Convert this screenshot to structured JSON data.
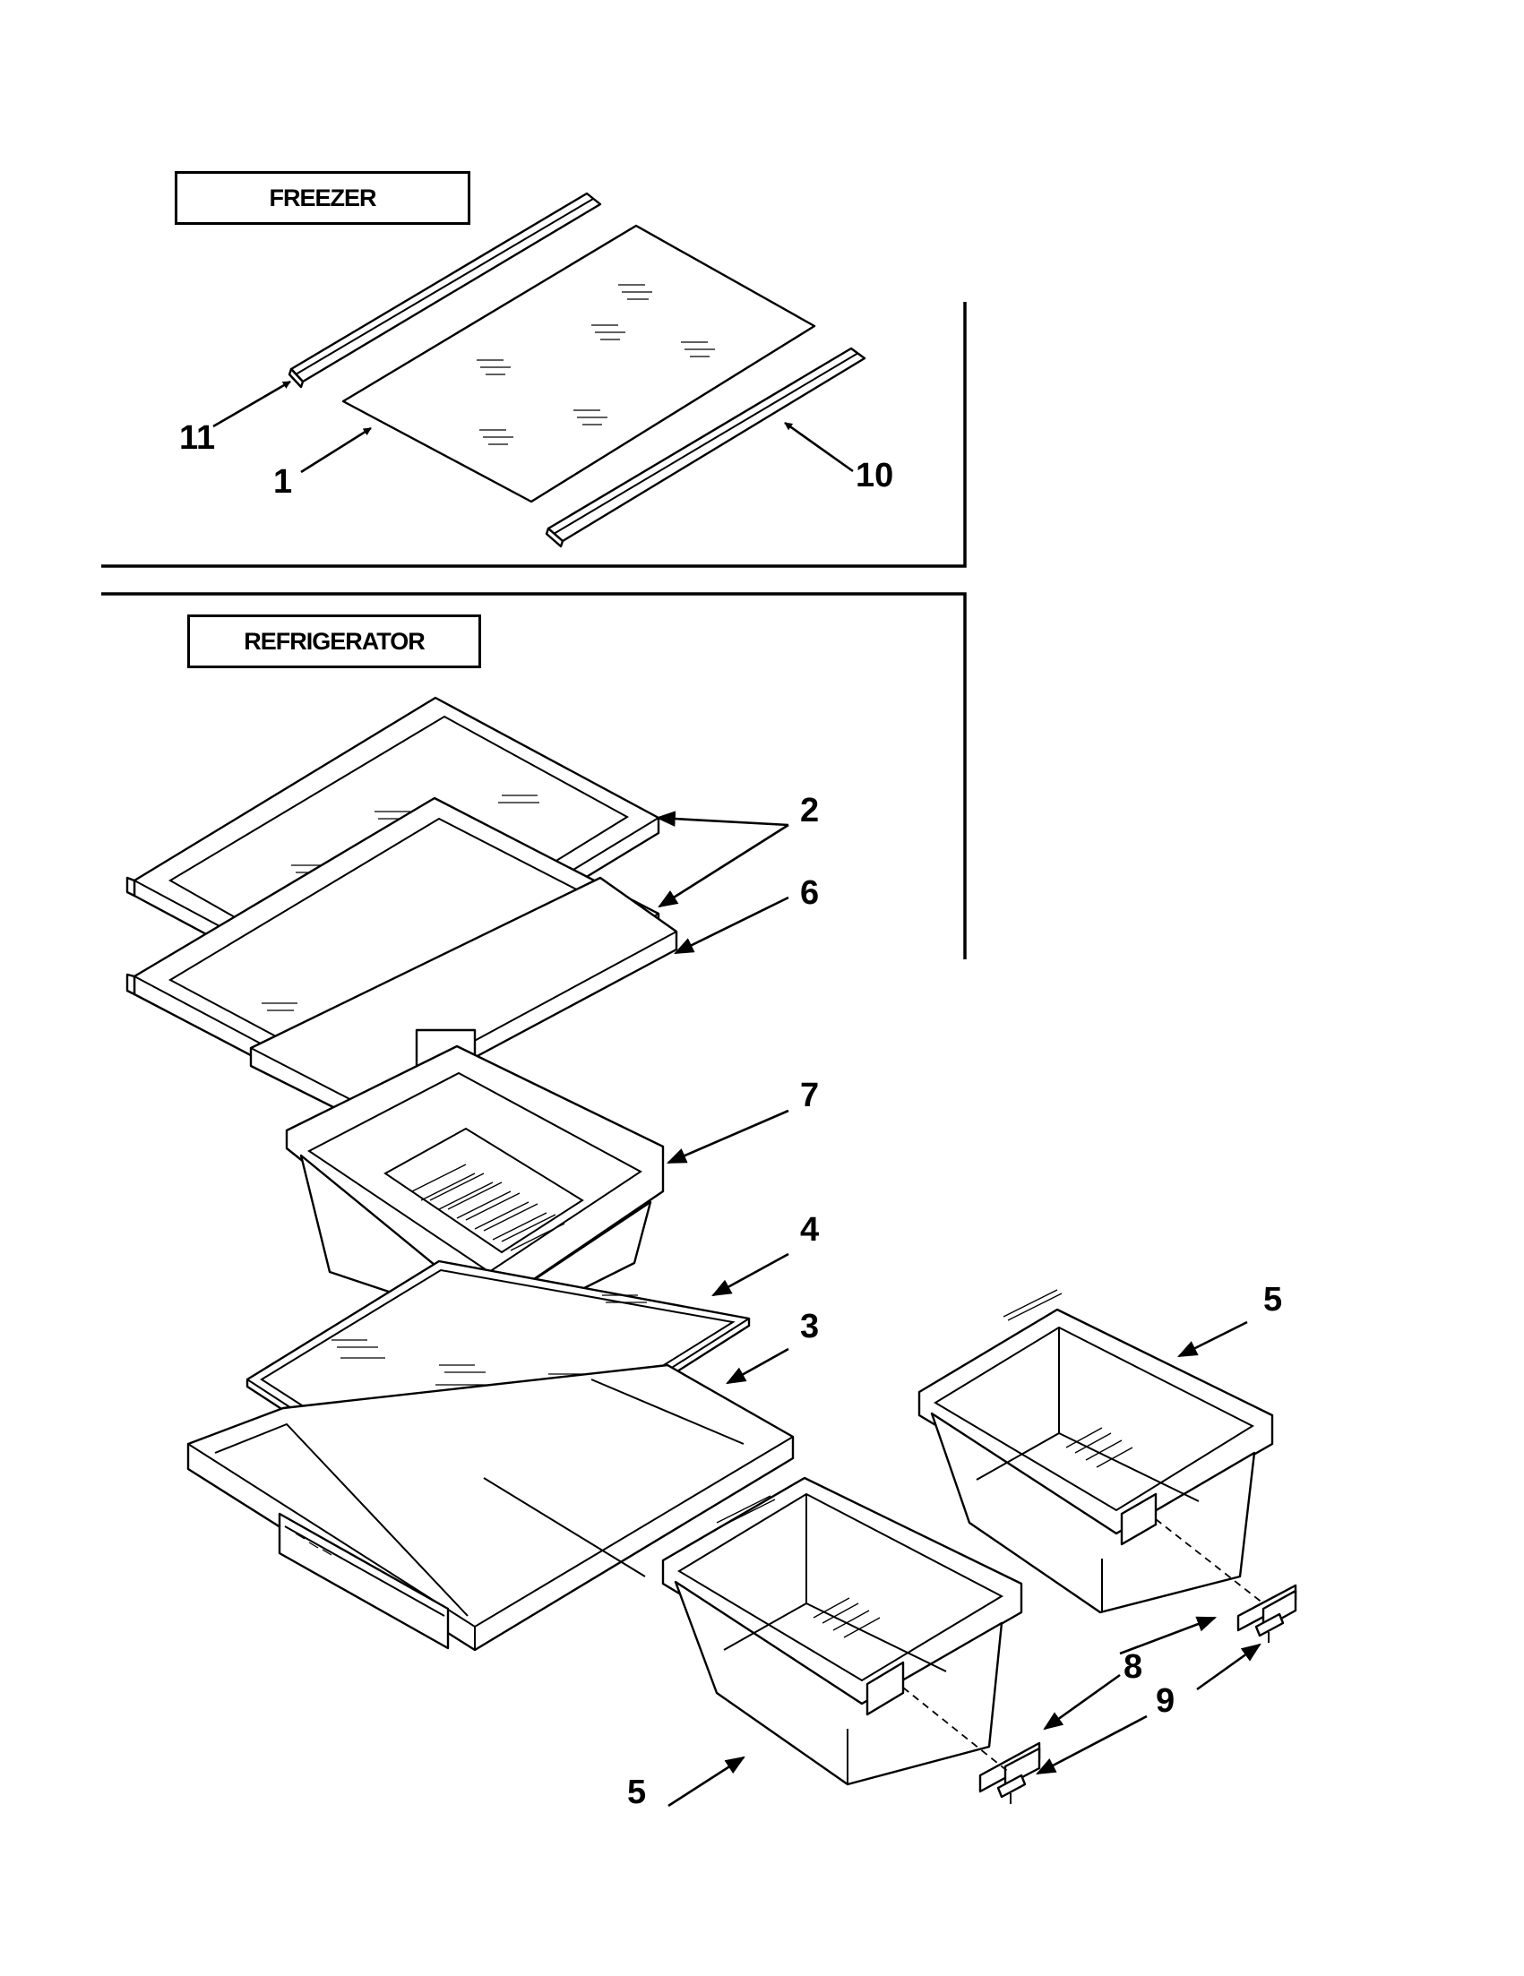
{
  "sections": {
    "freezer": "FREEZER",
    "refrigerator": "REFRIGERATOR"
  },
  "callouts": {
    "c11": "11",
    "c1": "1",
    "c10": "10",
    "c2": "2",
    "c6": "6",
    "c7": "7",
    "c4": "4",
    "c3": "3",
    "c5a": "5",
    "c5b": "5",
    "c8": "8",
    "c9": "9"
  }
}
